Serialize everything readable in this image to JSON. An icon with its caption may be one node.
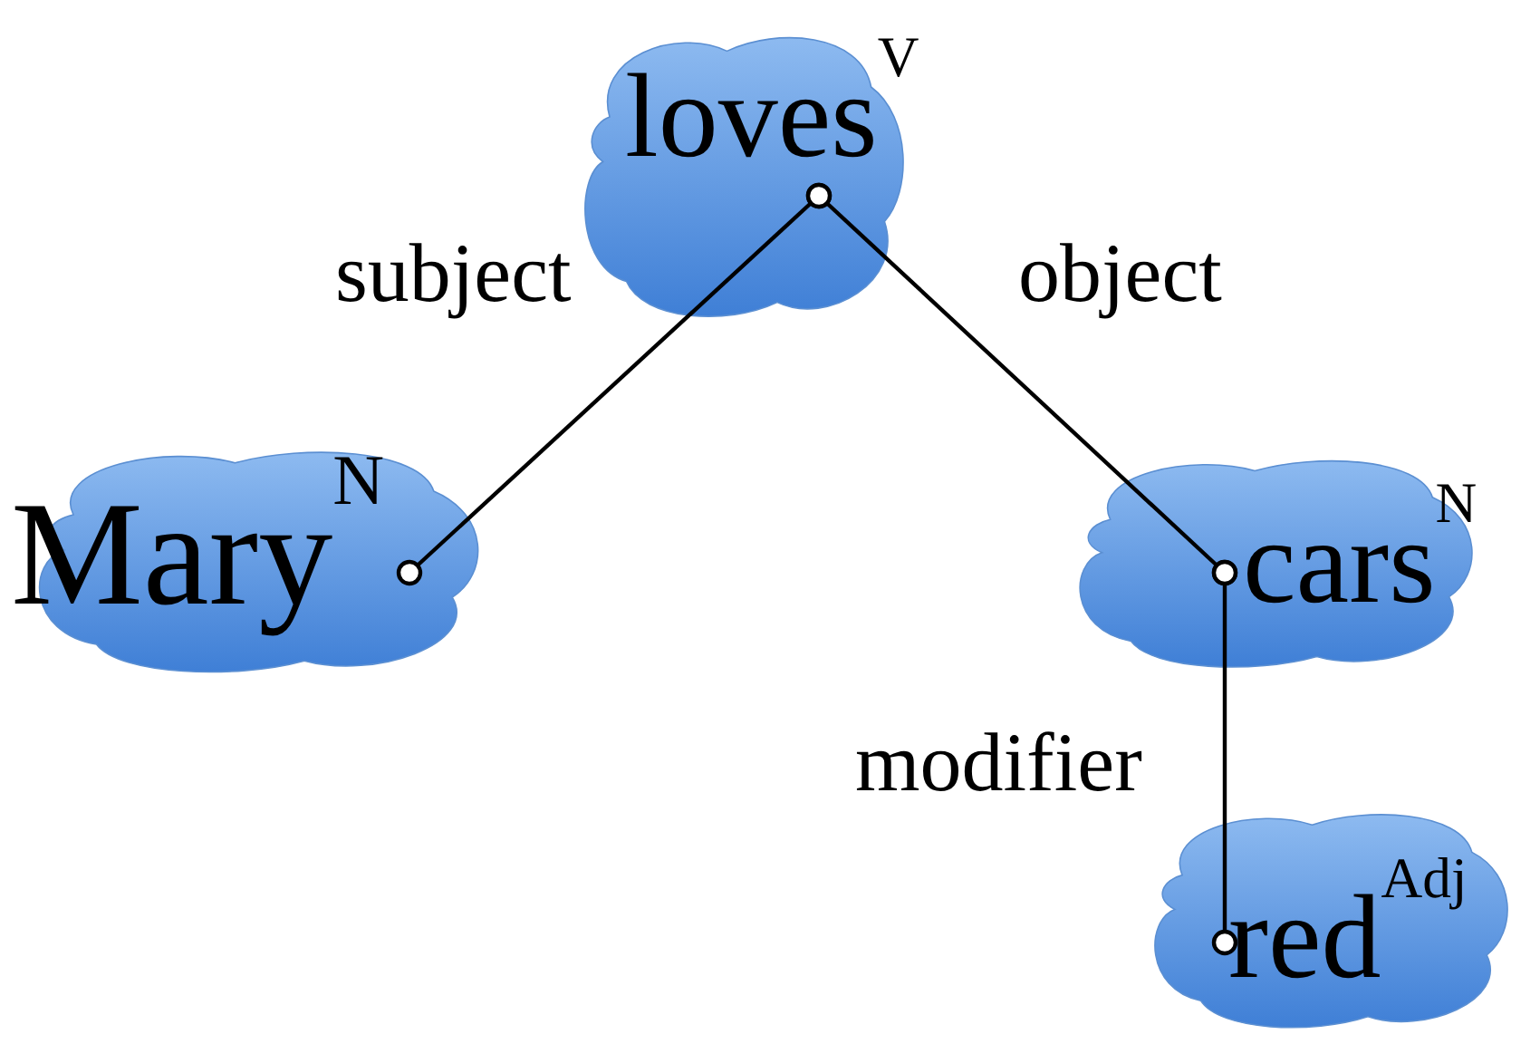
{
  "diagram": {
    "nodes": [
      {
        "text": [
          "loves$^{V}$"
        ]
      },
      {
        "text": [
          "Mary$^{N}$"
        ]
      },
      {
        "text": [
          "cars$^{N}$"
        ]
      },
      {
        "text": [
          "red$^{Adj}$"
        ]
      }
    ],
    "edges": [
      {
        "from": 0,
        "to": 1,
        "arrow": "other",
        "label": "subject"
      },
      {
        "from": 0,
        "to": 2,
        "arrow": "other",
        "label": "object"
      },
      {
        "from": 2,
        "to": 3,
        "arrow": "other",
        "label": "modifier"
      }
    ]
  }
}
